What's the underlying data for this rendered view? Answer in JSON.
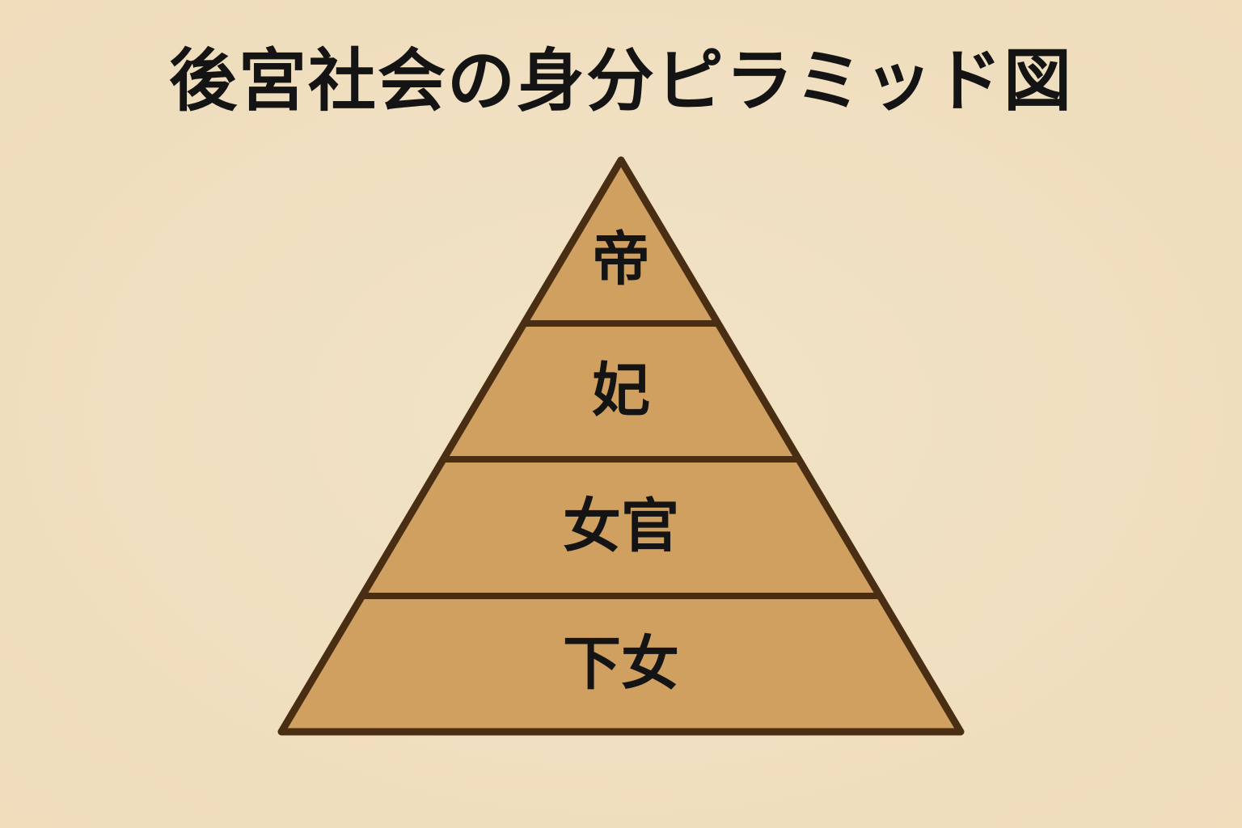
{
  "diagram": {
    "title": "後宮社会の身分ピラミッド図",
    "tiers": [
      {
        "label": "帝"
      },
      {
        "label": "妃"
      },
      {
        "label": "女官"
      },
      {
        "label": "下女"
      }
    ],
    "colors": {
      "background": "#f0e0c0",
      "fill": "#cfa060",
      "outline": "#4a2e14",
      "text": "#141414"
    }
  }
}
